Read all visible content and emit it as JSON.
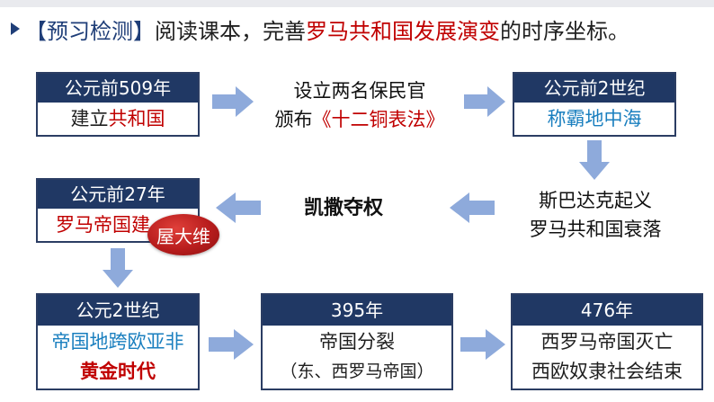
{
  "title": {
    "bracket_open": "▶【",
    "label": "预习检测",
    "bracket_close": "】",
    "text_a": "阅读课本，完善",
    "text_red": "罗马共和国发展演变",
    "text_b": "的时序坐标。"
  },
  "boxes": {
    "b509": {
      "header": "公元前509年",
      "body_a": "建立",
      "body_b": "共和国"
    },
    "b2c": {
      "header": "公元前2世纪",
      "body": "称霸地中海"
    },
    "b27": {
      "header": "公元前27年",
      "body_a": "罗马帝国",
      "body_b": "建"
    },
    "ad2c": {
      "header": "公元2世纪",
      "body_line1": "帝国地跨欧亚非",
      "body_line2": "黄金时代"
    },
    "b395": {
      "header": "395年",
      "body_line1": "帝国分裂",
      "body_line2": "（东、西罗马帝国）"
    },
    "b476": {
      "header": "476年",
      "body_line1": "西罗马帝国灭亡",
      "body_line2": "西欧奴隶社会结束"
    }
  },
  "middle_top": {
    "line1": "设立两名保民官",
    "line2_a": "颁布",
    "line2_b": "《十二铜表法》"
  },
  "spartacus": {
    "line1": "斯巴达克起义",
    "line2": "罗马共和国衰落"
  },
  "caesar": "凯撒夺权",
  "badge": "屋大维",
  "colors": {
    "navy": "#203864",
    "red": "#c00000",
    "cyan": "#1a7fbf",
    "arrow": "#8eaadb"
  }
}
